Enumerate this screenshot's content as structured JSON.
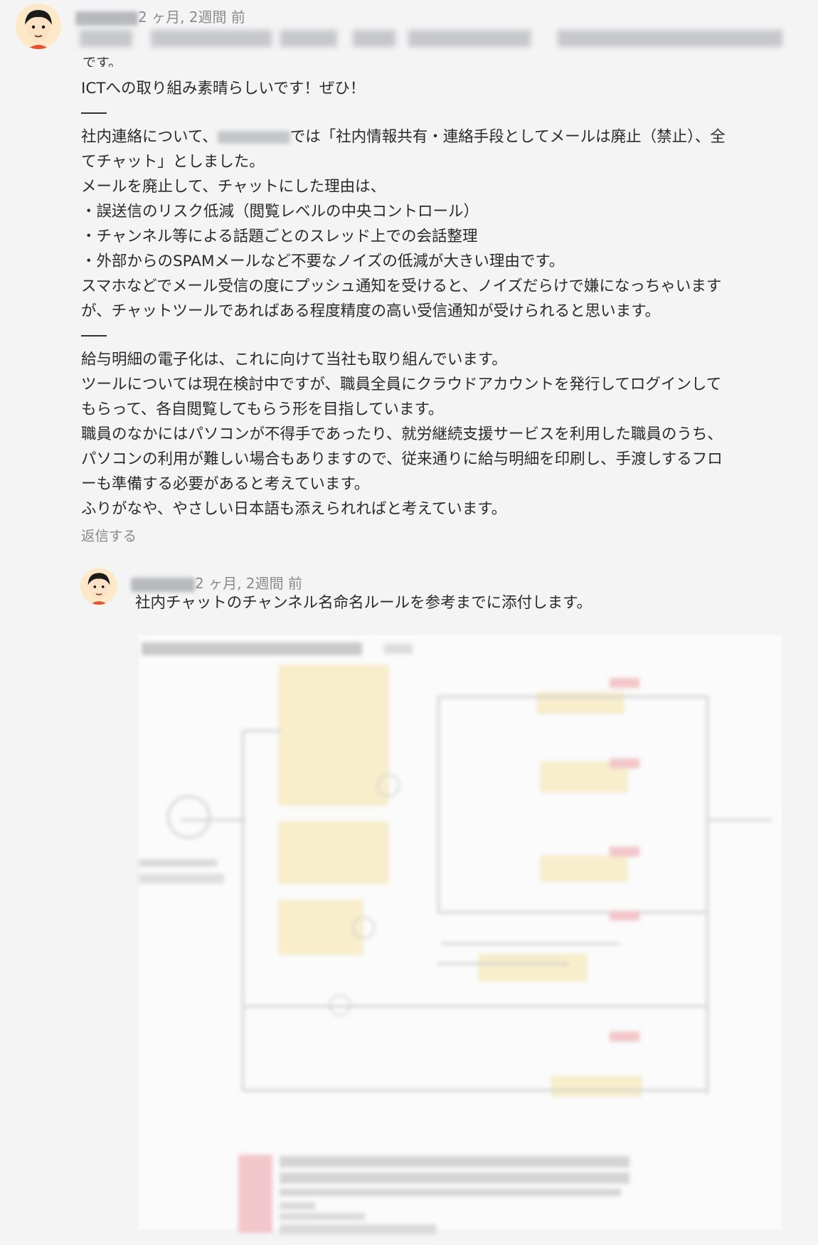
{
  "post": {
    "timestamp": "2 ヶ月, 2週間 前",
    "tail": "です。",
    "lines": [
      "ICTへの取り組み素晴らしいです！ぜひ！",
      "社内連絡について、",
      "では「社内情報共有・連絡手段としてメールは廃止（禁止）、全",
      "てチャット」としました。",
      "メールを廃止して、チャットにした理由は、",
      "・誤送信のリスク低減（閲覧レベルの中央コントロール）",
      "・チャンネル等による話題ごとのスレッド上での会話整理",
      "・外部からのSPAMメールなど不要なノイズの低減が大きい理由です。",
      "スマホなどでメール受信の度にプッシュ通知を受けると、ノイズだらけで嫌になっちゃいます",
      "が、チャットツールであればある程度精度の高い受信通知が受けられると思います。",
      "給与明細の電子化は、これに向けて当社も取り組んでいます。",
      "ツールについては現在検討中ですが、職員全員にクラウドアカウントを発行してログインして",
      "もらって、各自閲覧してもらう形を目指しています。",
      "職員のなかにはパソコンが不得手であったり、就労継続支援サービスを利用した職員のうち、",
      "パソコンの利用が難しい場合もありますので、従来通りに給与明細を印刷し、手渡しするフロ",
      "ーも準備する必要があると考えています。",
      "ふりがなや、やさしい日本語も添えられればと考えています。"
    ],
    "reply_label": "返信する"
  },
  "reply": {
    "timestamp": "2 ヶ月, 2週間 前",
    "text": "社内チャットのチャンネル名命名ルールを参考までに添付します。"
  }
}
